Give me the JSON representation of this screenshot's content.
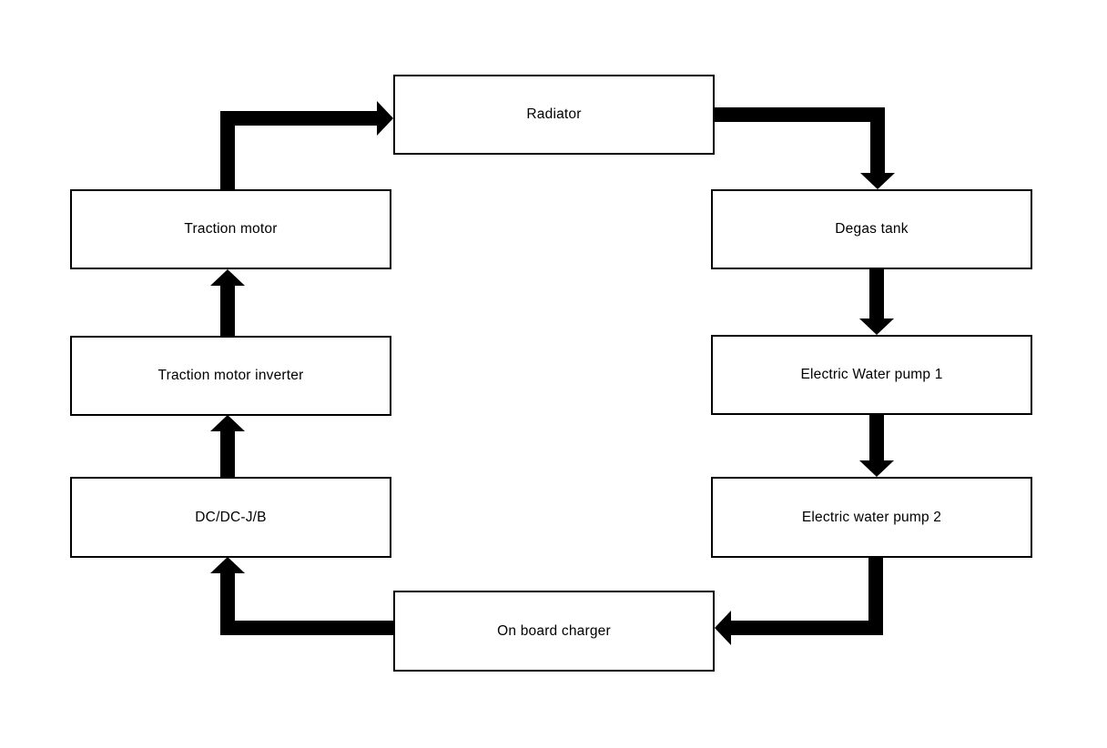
{
  "diagram": {
    "type": "flowchart",
    "background_color": "#ffffff",
    "box_fill_color": "#ffffff",
    "box_border_color": "#000000",
    "arrow_color": "#000000",
    "text_color": "#000000",
    "nodes": [
      {
        "id": "radiator",
        "label": "Radiator"
      },
      {
        "id": "degas-tank",
        "label": "Degas tank"
      },
      {
        "id": "electric-water-pump-1",
        "label": "Electric Water pump 1"
      },
      {
        "id": "electric-water-pump-2",
        "label": "Electric water pump 2"
      },
      {
        "id": "on-board-charger",
        "label": "On board charger"
      },
      {
        "id": "dc-dc-jb",
        "label": "DC/DC-J/B"
      },
      {
        "id": "traction-motor-inverter",
        "label": "Traction motor inverter"
      },
      {
        "id": "traction-motor",
        "label": "Traction motor"
      }
    ],
    "edges": [
      {
        "from": "Traction motor",
        "to": "Radiator"
      },
      {
        "from": "Radiator",
        "to": "Degas tank"
      },
      {
        "from": "Degas tank",
        "to": "Electric Water pump 1"
      },
      {
        "from": "Electric Water pump 1",
        "to": "Electric water pump 2"
      },
      {
        "from": "Electric water pump 2",
        "to": "On board charger"
      },
      {
        "from": "On board charger",
        "to": "DC/DC-J/B"
      },
      {
        "from": "DC/DC-J/B",
        "to": "Traction motor inverter"
      },
      {
        "from": "Traction motor inverter",
        "to": "Traction motor"
      }
    ]
  }
}
